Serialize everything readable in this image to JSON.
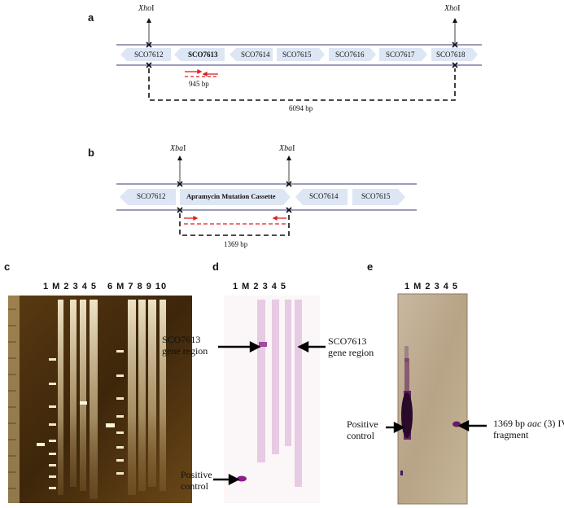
{
  "panel_a": {
    "letter": "a",
    "enzyme": "Xho",
    "enzyme_suffix": "I",
    "genes": [
      "SCO7612",
      "SCO7613",
      "SCO7614",
      "SCO7615",
      "SCO7616",
      "SCO7617",
      "SCO7618"
    ],
    "small_product": "945  bp",
    "large_product": "6094  bp"
  },
  "panel_b": {
    "letter": "b",
    "enzyme": "Xba",
    "enzyme_suffix": "I",
    "genes": [
      "SCO7612",
      "Apramycin Mutation Cassette",
      "SCO7614",
      "SCO7615"
    ],
    "product": "1369  bp"
  },
  "panel_c": {
    "letter": "c",
    "lanes_left": "1  M 2 3 4 5",
    "lanes_right": "6 M 7  8 9 10"
  },
  "panel_d": {
    "letter": "d",
    "lanes": "1  M  2   3   4   5",
    "gene_region_left": [
      "SCO7613",
      "gene region"
    ],
    "gene_region_right": [
      "SCO7613",
      "gene region"
    ],
    "positive_control": [
      "Positive",
      "control"
    ]
  },
  "panel_e": {
    "letter": "e",
    "lanes": "1  M  2  3  4  5",
    "positive_control": [
      "Positive",
      "control"
    ],
    "fragment_label_prefix": "1369 bp ",
    "fragment_label_italic": "aac",
    "fragment_label_suffix": " (3) IV",
    "fragment_label_line2": "fragment"
  }
}
